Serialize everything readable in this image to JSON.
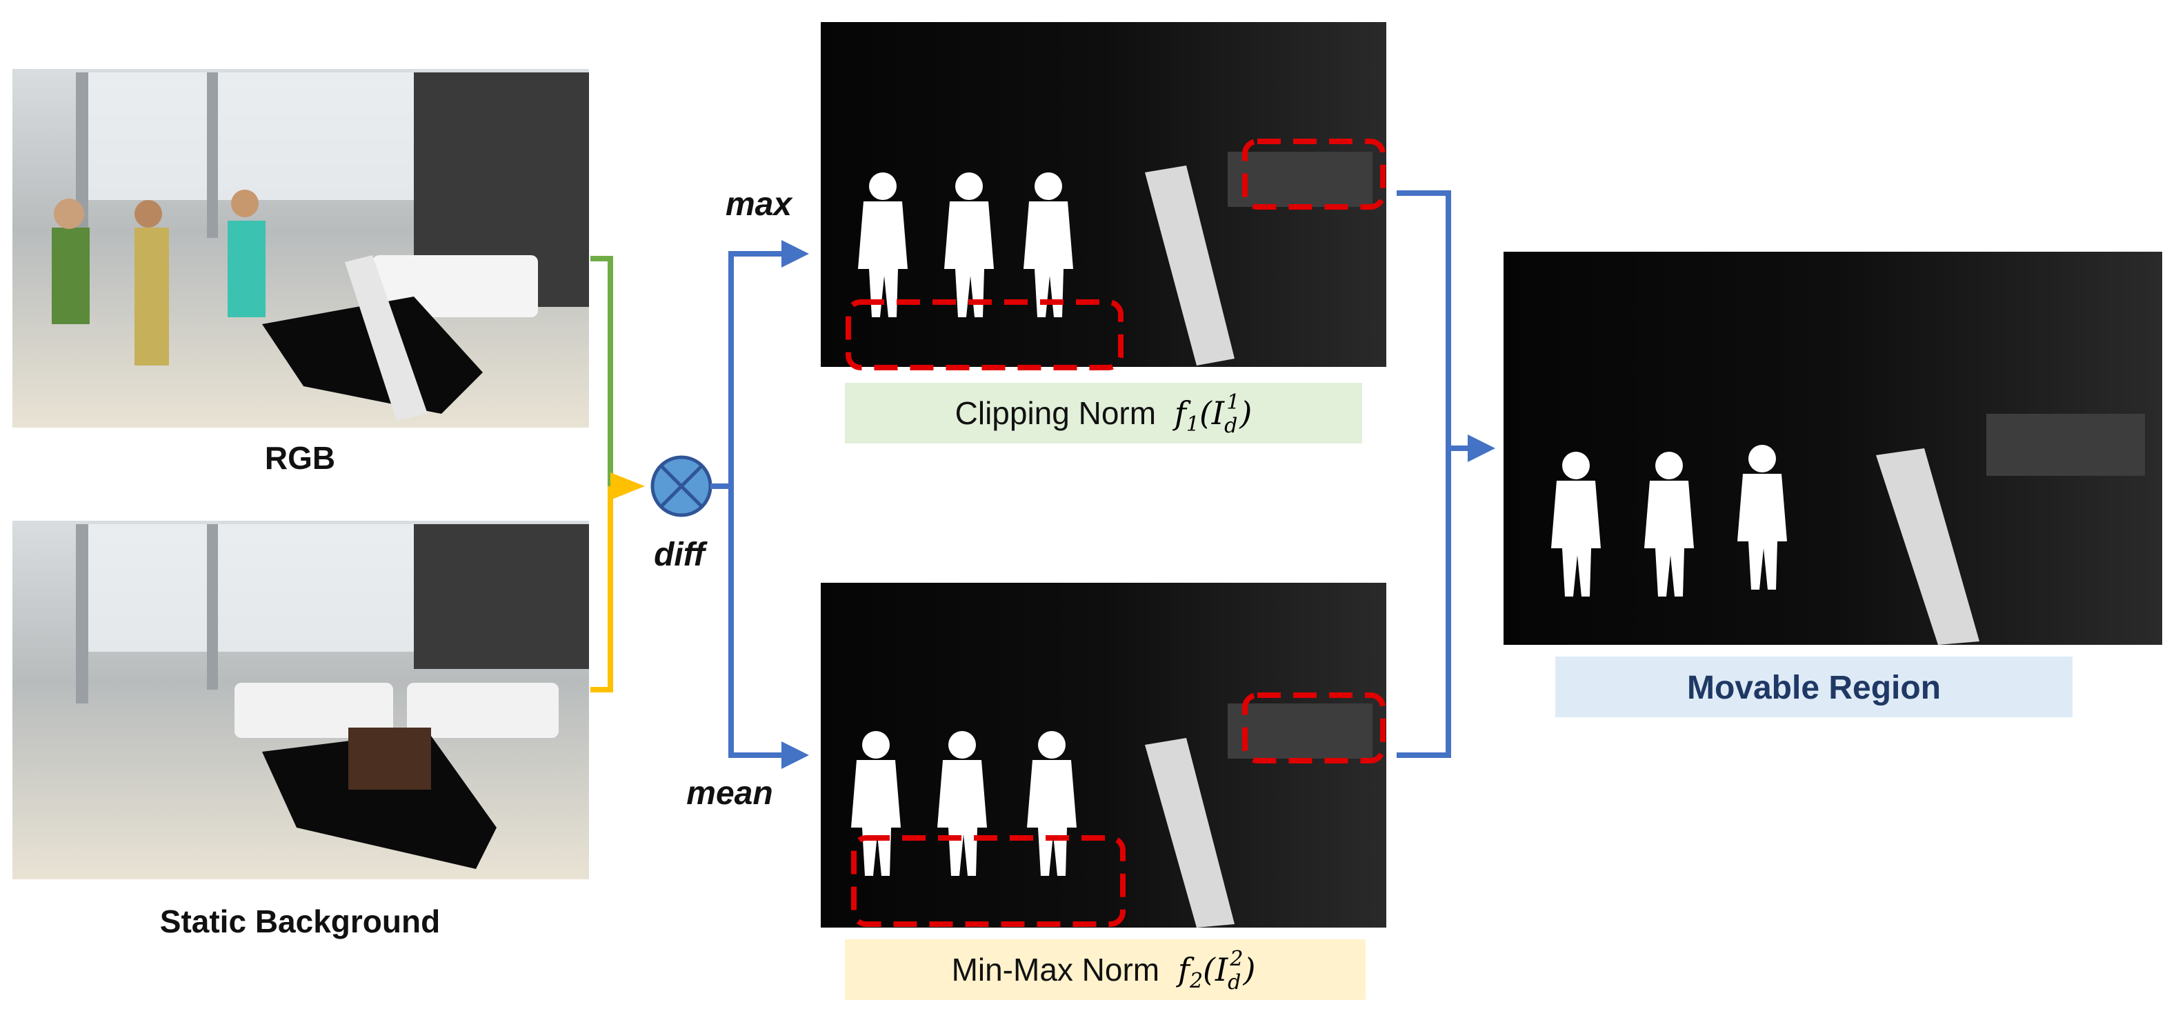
{
  "inputs": {
    "rgb_label": "RGB",
    "background_label": "Static Background"
  },
  "operator": {
    "label": "diff"
  },
  "branches": {
    "max_label": "max",
    "mean_label": "mean"
  },
  "norms": {
    "clipping": {
      "text": "Clipping Norm",
      "fn": "f",
      "sub": "1",
      "arg": "I",
      "arg_sub": "d",
      "arg_sup": "1"
    },
    "minmax": {
      "text": "Min-Max Norm",
      "fn": "f",
      "sub": "2",
      "arg": "I",
      "arg_sub": "d",
      "arg_sup": "2"
    }
  },
  "output": {
    "label": "Movable Region"
  },
  "colors": {
    "arrow_blue": "#4472c4",
    "rgb_line_green": "#70ad47",
    "bg_line_yellow": "#ffc000",
    "diff_circle_fill": "#5b9bd5",
    "highlight_red": "#e00000",
    "clipping_box": "#e2efd9",
    "minmax_box": "#fff2cc",
    "output_box": "#deebf7",
    "output_text": "#1f3864"
  }
}
